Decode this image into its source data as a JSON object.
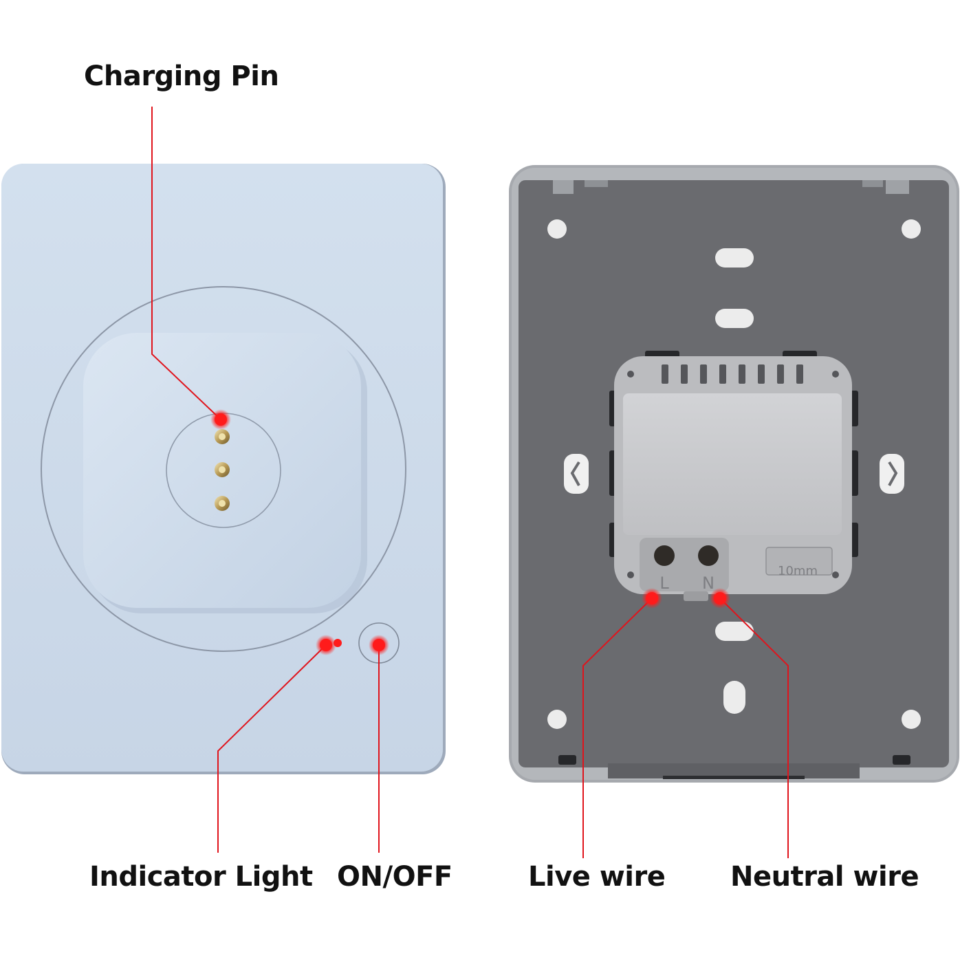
{
  "callouts": {
    "charging_pin": "Charging Pin",
    "indicator_light": "Indicator Light",
    "on_off": "ON/OFF",
    "live_wire": "Live wire",
    "neutral_wire": "Neutral wire"
  },
  "terminals": {
    "live": "L",
    "neutral": "N",
    "strip_length": "10mm"
  },
  "colors": {
    "callout_line": "#e0141c",
    "front_plate": "#cfdded",
    "back_frame": "#a3a6ab",
    "back_plate": "#6a6b6f",
    "module_body": "#c9cacd"
  }
}
